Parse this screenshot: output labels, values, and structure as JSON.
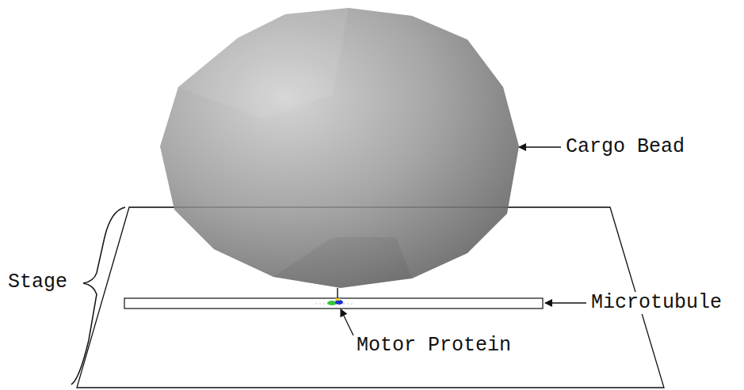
{
  "diagram": {
    "labels": [
      "Cargo Bead",
      "Stage",
      "Microtubule",
      "Motor Protein"
    ]
  }
}
